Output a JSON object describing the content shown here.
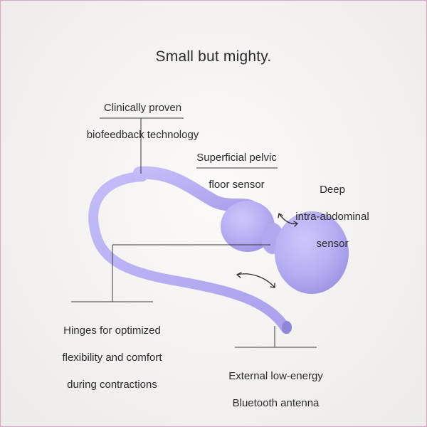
{
  "headline": "Small but mighty.",
  "callouts": {
    "biofeedback": {
      "line1": "Clinically proven",
      "line2": "biofeedback technology"
    },
    "pelvic_sensor": {
      "line1": "Superficial pelvic",
      "line2": "floor sensor"
    },
    "deep_sensor": {
      "line1": "Deep",
      "line2": "intra-abdominal",
      "line3": "sensor"
    },
    "hinges": {
      "line1": "Hinges for optimized",
      "line2": "flexibility and comfort",
      "line3": "during contractions"
    },
    "antenna": {
      "line1": "External low-energy",
      "line2": "Bluetooth antenna"
    }
  },
  "colors": {
    "device": "#b9b2f2",
    "device_shade": "#9f97e6",
    "line": "#3a3a3a"
  }
}
